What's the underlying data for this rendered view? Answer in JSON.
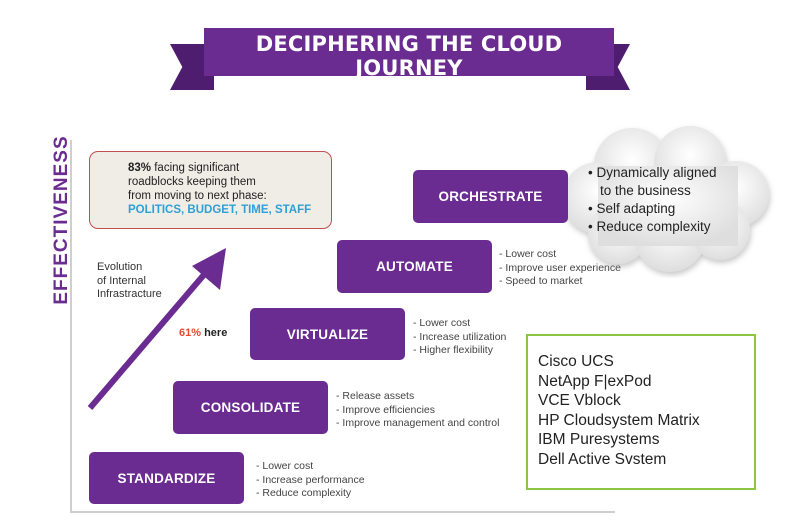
{
  "header": {
    "title": "DECIPHERING THE CLOUD JOURNEY",
    "subtitle": "AN AGILE, AUTOMATED, ADAPTABLE INFRASTRUCTURE"
  },
  "axis": {
    "y_label": "EFFECTIVENESS"
  },
  "callout": {
    "stat": "83%",
    "line1_rest": " facing significant",
    "line2": "roadblocks keeping them",
    "line3": "from moving to next phase:",
    "roadblocks": "POLITICS, BUDGET, TIME, STAFF"
  },
  "evolution": {
    "line1": "Evolution",
    "line2": "of Internal",
    "line3": "Infrastracture"
  },
  "current": {
    "stat": "61%",
    "text": " here"
  },
  "steps": [
    {
      "label": "STANDARDIZE",
      "bullets": [
        "- Lower cost",
        "- Increase performance",
        "- Reduce complexity"
      ]
    },
    {
      "label": "CONSOLIDATE",
      "bullets": [
        "- Release assets",
        "- Improve efficiencies",
        "- Improve management and control"
      ]
    },
    {
      "label": "VIRTUALIZE",
      "bullets": [
        "- Lower cost",
        "- Increase utilization",
        "- Higher flexibility"
      ]
    },
    {
      "label": "AUTOMATE",
      "bullets": [
        "- Lower cost",
        "- Improve user experience",
        "- Speed to market"
      ]
    },
    {
      "label": "ORCHESTRATE",
      "bullets": []
    }
  ],
  "cloud": {
    "items": [
      "• Dynamically aligned",
      "to the business",
      "• Self adapting",
      "• Reduce complexity"
    ]
  },
  "vendors": [
    "Cisco UCS",
    "NetApp F|exPod",
    "VCE Vblock",
    "HP Cloudsystem Matrix",
    "IBM Puresystems",
    "Dell Active Svstem"
  ],
  "colors": {
    "purple": "#6b2c91",
    "ribbon_dark": "#4f1d6f",
    "roadblock_blue": "#2fa0d6",
    "stat_red": "#e34b2d",
    "callout_border": "#c0504d",
    "vendor_border": "#8cc63f"
  }
}
